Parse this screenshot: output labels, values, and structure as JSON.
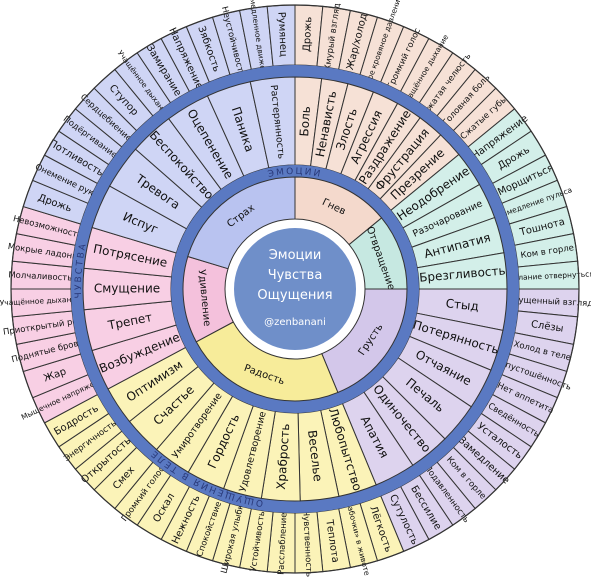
{
  "center": {
    "lines": [
      "Эмоции",
      "Чувства",
      "Ощущения"
    ],
    "handle": "@zenbanani"
  },
  "band_labels": {
    "inner": "ЭМОЦИИ",
    "middle": "ЧУВСТВА",
    "outer": "ОЩУЩЕНИЯ В ТЕЛЕ"
  },
  "colors": {
    "ring": "#5a79c2",
    "center": "#6f8fc9",
    "outline": "#333333"
  },
  "sectors": [
    {
      "emotion": "Гнев",
      "color": "#f6e1d6",
      "inner_color": "#f4d9cc",
      "feelings": [
        "Боль",
        "Ненависть",
        "Злость",
        "Агрессия",
        "Раздражение",
        "Фрустрация",
        "Презрение"
      ],
      "sensations": [
        "Дрожь",
        "Хмурый взгляд",
        "Жар/холод",
        "Высокое кровяное давление",
        "Громкий голос",
        "Учащённое дыхание",
        "Сжатая челюсть",
        "Головная боль",
        "Сжатые губы"
      ]
    },
    {
      "emotion": "Отвращение",
      "color": "#d3efe9",
      "inner_color": "#c6e8e1",
      "feelings": [
        "Неодобрение",
        "Разочарование",
        "Антипатия",
        "Брезгливость"
      ],
      "sensations": [
        "Напряжение",
        "Дрожь",
        "Морщиться",
        "Замедление пульса",
        "Тошнота",
        "Ком в горле",
        "Желание отвернуться"
      ]
    },
    {
      "emotion": "Грусть",
      "color": "#ddd3ee",
      "inner_color": "#d3c7ea",
      "feelings": [
        "Стыд",
        "Потерянность",
        "Отчаяние",
        "Печаль",
        "Одиночество",
        "Апатия"
      ],
      "sensations": [
        "Опущенный взгляд",
        "Слёзы",
        "Холод в теле",
        "Опустошённость",
        "Нет аппетита",
        "Сведённость",
        "Усталость",
        "Замедление",
        "Ком в горле",
        "Подавленность",
        "Бессилие",
        "Сутулость"
      ]
    },
    {
      "emotion": "Радость",
      "color": "#fbf3b8",
      "inner_color": "#f7ec9a",
      "feelings": [
        "Любопытство",
        "Веселье",
        "Храбрость",
        "Удовлетворение",
        "Гордость",
        "Умиротворение",
        "Счастье",
        "Оптимизм"
      ],
      "sensations": [
        "Лёгкость",
        "«Бабочки» в животе",
        "Теплота",
        "Чувственность",
        "Расслабление",
        "Устойчивость",
        "Широкая улыбка",
        "Спокойствие",
        "Нежность",
        "Оскал",
        "Громкий голос",
        "Смех",
        "Открытость",
        "Энергичность",
        "Бодрость"
      ]
    },
    {
      "emotion": "Удивление",
      "color": "#f8cfe4",
      "inner_color": "#f4c1dc",
      "feelings": [
        "Возбуждение",
        "Трепет",
        "Смущение",
        "Потрясение"
      ],
      "sensations": [
        "Мышечное напряжение",
        "Жар",
        "Поднятые брови",
        "Приоткрытый рот",
        "Учащённое дыхание",
        "Молчаливость",
        "Мокрые ладони",
        "Невозможность"
      ]
    },
    {
      "emotion": "Страх",
      "color": "#cfd5f5",
      "inner_color": "#b9c3f0",
      "feelings": [
        "Испуг",
        "Тревога",
        "Беспокойство",
        "Оцепенение",
        "Паника",
        "Растерянность"
      ],
      "sensations": [
        "Дрожь",
        "Онемение рук",
        "Потливость",
        "Подёргивание",
        "Сердцебиение",
        "Ступор",
        "Учащённое дыхание",
        "Замирание",
        "Напряжение",
        "Зябкость",
        "Неустойчивость",
        "Замедленное движение",
        "Румянец"
      ]
    }
  ]
}
